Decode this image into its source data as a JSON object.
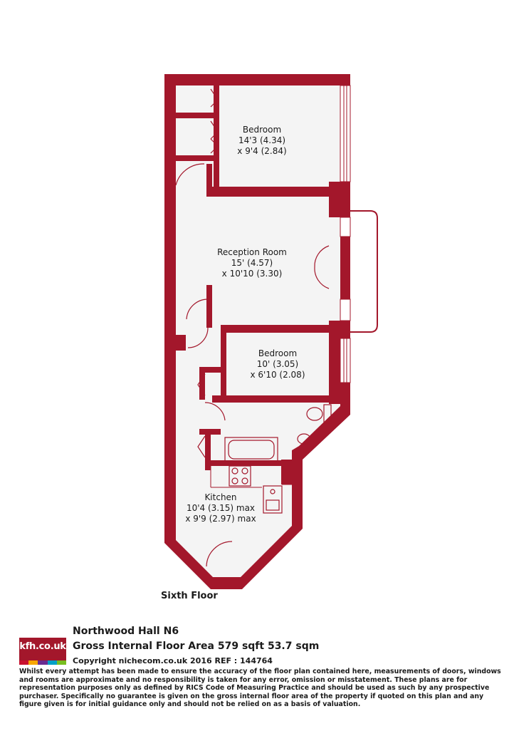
{
  "floor_plan": {
    "rooms": [
      {
        "name": "Bedroom",
        "dim1": "14'3 (4.34)",
        "dim2": "x 9'4 (2.84)"
      },
      {
        "name": "Reception Room",
        "dim1": "15' (4.57)",
        "dim2": "x 10'10 (3.30)"
      },
      {
        "name": "Bedroom",
        "dim1": "10' (3.05)",
        "dim2": "x 6'10 (2.08)"
      },
      {
        "name": "Kitchen",
        "dim1": "10'4 (3.15) max",
        "dim2": "x 9'9 (2.97) max"
      }
    ],
    "floor": "Sixth Floor",
    "wall_color": "#a3172b",
    "floor_color": "#f4f4f4"
  },
  "footer": {
    "logo_text": "kfh.co.uk",
    "logo_colors": [
      "#c8102e",
      "#f7a600",
      "#6a2c91",
      "#00a0c6",
      "#78be20"
    ],
    "title": "Northwood Hall  N6",
    "area": "Gross Internal Floor Area 579 sqft 53.7 sqm",
    "copyright": "Copyright nichecom.co.uk 2016 REF : 144764",
    "disclaimer": "Whilst every attempt has been made to ensure the accuracy of the floor plan contained here, measurements of doors, windows and rooms are approximate and no responsibility is taken for any error, omission or misstatement.  These plans are for representation purposes only as defined by RICS Code of Measuring Practice and should be used as such by any prospective purchaser.  Specifically no guarantee is given on the gross internal floor area of the property if quoted on this plan and any figure given is for initial guidance only and should not be relied on as a basis of valuation."
  }
}
